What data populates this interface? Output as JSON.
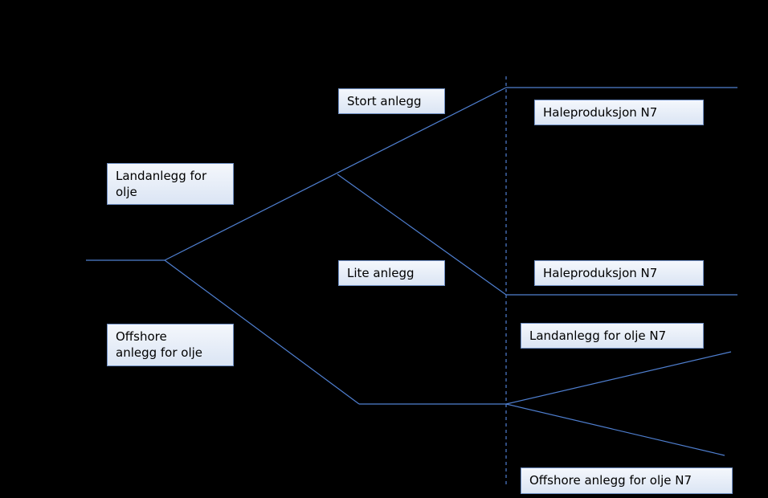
{
  "colors": {
    "background": "#000000",
    "line": "#4f7fd0",
    "box_fill": "#e4ebf7",
    "box_border": "#6f8fc4",
    "text": "#000000"
  },
  "nodes": {
    "landanlegg": "Landanlegg for\nolje",
    "offshore": "Offshore\nanlegg for olje",
    "stort_anlegg": "Stort anlegg",
    "lite_anlegg": "Lite anlegg",
    "haleproduksjon_top": "Haleproduksjon N7",
    "haleproduksjon_bottom": "Haleproduksjon N7",
    "landanlegg_n7": "Landanlegg for olje N7",
    "offshore_n7": "Offshore anlegg for olje N7"
  }
}
